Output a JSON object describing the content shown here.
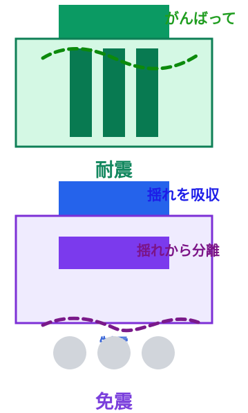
{
  "upper": {
    "callout": "がんばって",
    "caption": "耐震"
  },
  "lower": {
    "top_callout": "揺れを吸収",
    "inner_callout": "揺れから分離",
    "middle_caption": "制震",
    "caption": "免震"
  },
  "colors": {
    "upper_top_block": "#0b9a63",
    "upper_frame_fill": "#d4f8e4",
    "upper_frame_stroke": "#0e7f56",
    "upper_pillar": "#087a51",
    "upper_wave": "#0c8a0c",
    "lower_top_block": "#2563eb",
    "lower_frame_fill": "#efebfe",
    "lower_frame_stroke": "#7c2fd6",
    "lower_inner_block": "#7b3aed",
    "lower_wave": "#7a1a8a",
    "roller": "#d1d5db"
  }
}
